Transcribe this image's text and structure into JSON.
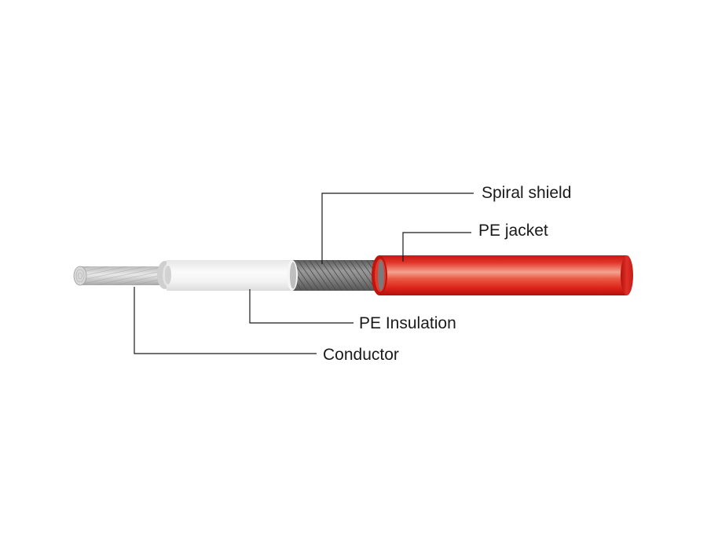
{
  "labels": {
    "spiral_shield": "Spiral shield",
    "pe_jacket": "PE jacket",
    "pe_insulation": "PE Insulation",
    "conductor": "Conductor"
  },
  "colors": {
    "jacket": "#e0221c",
    "jacket_highlight": "#f19a86",
    "shield": "#7a7a7a",
    "insulation": "#f1f1f1",
    "conductor": "#c8c8c8",
    "leader_line": "#1a1a1a"
  }
}
